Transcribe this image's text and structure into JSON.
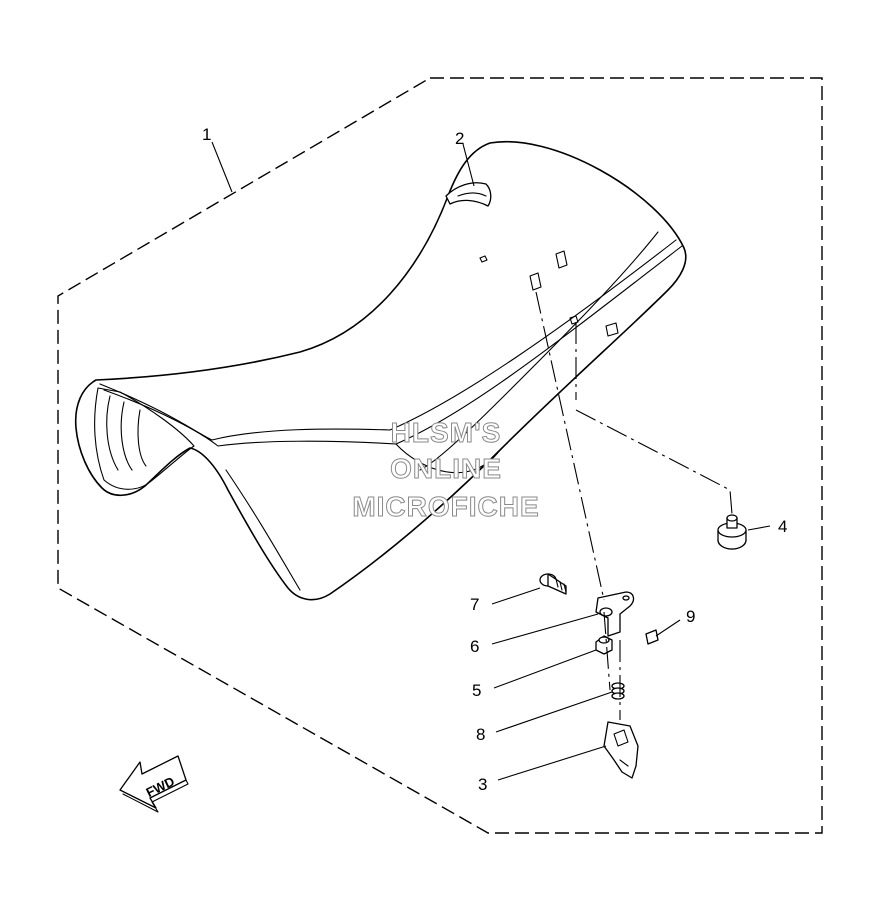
{
  "callouts": {
    "c1": "1",
    "c2": "2",
    "c3": "3",
    "c4": "4",
    "c5": "5",
    "c6": "6",
    "c7": "7",
    "c8": "8",
    "c9": "9"
  },
  "watermark": {
    "line1": "HLSM'S",
    "line2": "ONLINE",
    "line3": "MICROFICHE"
  },
  "direction_arrow": {
    "label": "FWD"
  }
}
